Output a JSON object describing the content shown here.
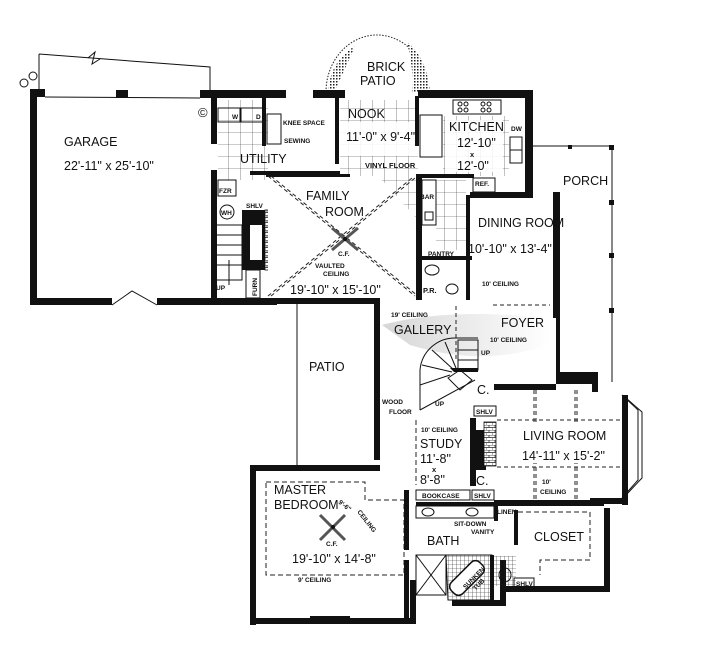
{
  "plan": {
    "type": "floor-plan",
    "rooms": [
      {
        "id": "garage",
        "name": "GARAGE",
        "dims": "22'-11\" x 25'-10\""
      },
      {
        "id": "brick-patio",
        "name_line1": "BRICK",
        "name_line2": "PATIO"
      },
      {
        "id": "nook",
        "name": "NOOK",
        "dims": "11'-0\" x 9'-4\"",
        "note": "VINYL FLOOR"
      },
      {
        "id": "kitchen",
        "name": "KITCHEN",
        "dims_line1": "12'-10\"",
        "dims_x": "x",
        "dims_line2": "12'-0\""
      },
      {
        "id": "utility",
        "name": "UTILITY"
      },
      {
        "id": "family-room",
        "name_line1": "FAMILY",
        "name_line2": "ROOM",
        "dims": "19'-10\" x 15'-10\"",
        "ceiling_line1": "VAULTED",
        "ceiling_line2": "CEILING",
        "fan": "C.F."
      },
      {
        "id": "dining-room",
        "name": "DINING ROOM",
        "dims": "10'-10\" x 13'-4\"",
        "ceiling": "10' CEILING"
      },
      {
        "id": "porch",
        "name": "PORCH"
      },
      {
        "id": "gallery",
        "name": "GALLERY",
        "ceiling": "19' CEILING",
        "note_line1": "WOOD",
        "note_line2": "FLOOR"
      },
      {
        "id": "foyer",
        "name": "FOYER",
        "ceiling": "10' CEILING"
      },
      {
        "id": "patio",
        "name": "PATIO"
      },
      {
        "id": "study",
        "name": "STUDY",
        "dims_line1": "11'-8\"",
        "dims_x": "x",
        "dims_line2": "8'-8\"",
        "ceiling": "10' CEILING"
      },
      {
        "id": "living-room",
        "name": "LIVING ROOM",
        "dims": "14'-11\" x 15'-2\"",
        "ceiling_line1": "10'",
        "ceiling_line2": "CEILING"
      },
      {
        "id": "master-bedroom",
        "name_line1": "MASTER",
        "name_line2": "BEDROOM",
        "dims": "19'-10\" x 14'-8\"",
        "ceiling_side_line1": "9'-6\"",
        "ceiling_side_line2": "CEILING",
        "ceiling_bottom": "9' CEILING",
        "fan": "C.F."
      },
      {
        "id": "bath",
        "name": "BATH",
        "vanity_line1": "SIT-DOWN",
        "vanity_line2": "VANITY",
        "tub_line1": "SUNKEN",
        "tub_line2": "TUB"
      },
      {
        "id": "closet",
        "name": "CLOSET"
      }
    ],
    "fixtures": {
      "washer": "W",
      "dryer": "D",
      "knee_space": "KNEE SPACE",
      "sewing": "SEWING",
      "freezer": "FZR",
      "shelves": "SHLV",
      "water_heater": "WH",
      "furnace": "FURN",
      "up": "UP",
      "dishwasher": "DW",
      "refrigerator": "REF.",
      "bar": "BAR",
      "pantry": "PANTRY",
      "powder_room": "P.R.",
      "closet_short": "C.",
      "bookcase": "BOOKCASE",
      "linen": "LINEN",
      "copyright": "©"
    }
  }
}
